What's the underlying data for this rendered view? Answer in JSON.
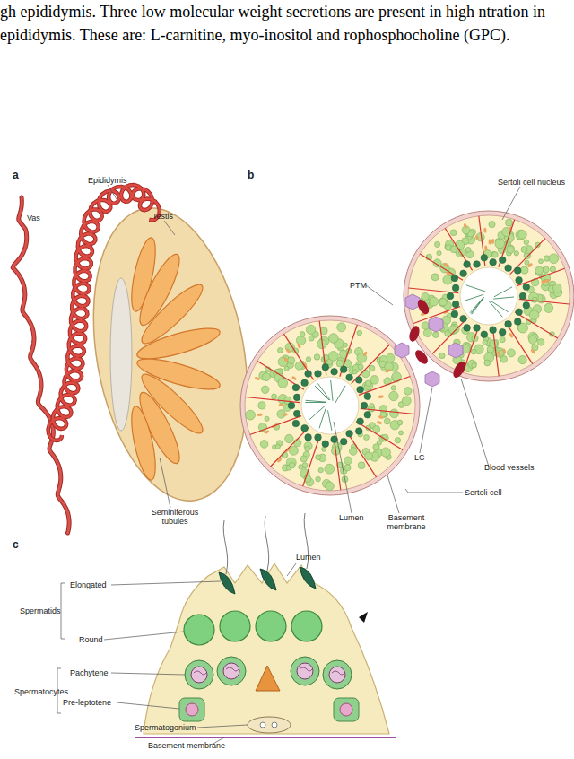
{
  "diagram": {
    "labels": [
      "gh epididymis. Three low molecular weight secretions are present in high ntration in epididymis. These are: L-carnitine, myo-inositol and rophosphocholine (GPC).",
      "a",
      "Vas",
      "Epididymis",
      "Testis",
      "Seminiferous tubules",
      "b",
      "Sertoli cell nucleus",
      "PTM",
      "LC",
      "Blood vessels",
      "Sertoli cell",
      "Lumen",
      "Basement membrane",
      "c",
      "Spermatids",
      "Elongated",
      "Round",
      "Spermatocytes",
      "Pachytene",
      "Pre-leptotene",
      "Spermatogonium",
      "Basement membrane",
      "Lumen"
    ]
  }
}
